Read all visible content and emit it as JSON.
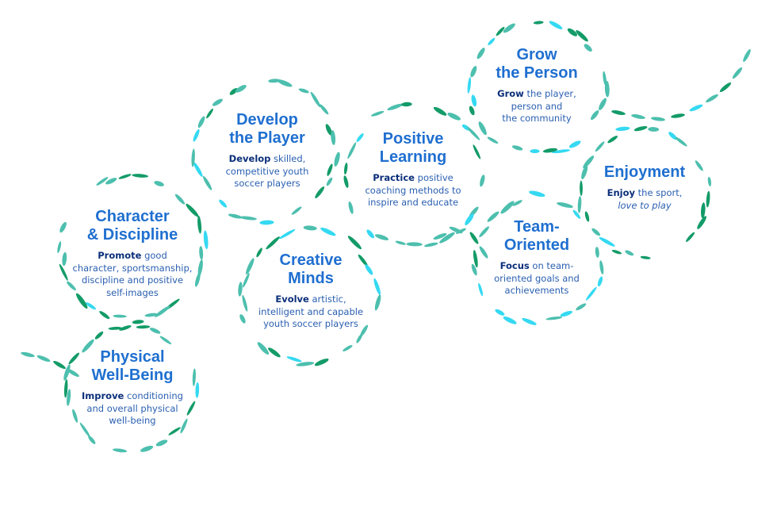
{
  "palette": {
    "title": "#1f6fd0",
    "text": "#2a5fb0",
    "keyword": "#0b2f7a",
    "dash_teal": "#4dbfae",
    "dash_green": "#139b68",
    "dash_cyan": "#35d9f2",
    "background": "#ffffff"
  },
  "nodes": [
    {
      "id": "character-discipline",
      "title_lines": [
        "Character",
        "& Discipline"
      ],
      "keyword": "Promote",
      "desc_first": " good",
      "desc_lines": [
        "character, sportsmanship,",
        "discipline and positive",
        "self-images"
      ]
    },
    {
      "id": "physical-well-being",
      "title_lines": [
        "Physical",
        "Well-Being"
      ],
      "keyword": "Improve",
      "desc_first": " conditioning",
      "desc_lines": [
        "and overall physical",
        "well-being"
      ]
    },
    {
      "id": "develop-the-player",
      "title_lines": [
        "Develop",
        "the Player"
      ],
      "keyword": "Develop",
      "desc_first": " skilled,",
      "desc_lines": [
        "competitive youth",
        "soccer players"
      ]
    },
    {
      "id": "creative-minds",
      "title_lines": [
        "Creative",
        "Minds"
      ],
      "keyword": "Evolve",
      "desc_first": " artistic,",
      "desc_lines": [
        "intelligent and capable",
        "youth soccer players"
      ]
    },
    {
      "id": "positive-learning",
      "title_lines": [
        "Positive",
        "Learning"
      ],
      "keyword": "Practice",
      "desc_first": " positive",
      "desc_lines": [
        "coaching methods to",
        "inspire and educate"
      ]
    },
    {
      "id": "grow-the-person",
      "title_lines": [
        "Grow",
        "the Person"
      ],
      "keyword": "Grow",
      "desc_first": " the player,",
      "desc_lines": [
        "person and",
        "the community"
      ]
    },
    {
      "id": "team-oriented",
      "title_lines": [
        "Team-",
        "Oriented"
      ],
      "keyword": "Focus",
      "desc_first": " on team-",
      "desc_lines": [
        "oriented goals and",
        "achievements"
      ]
    },
    {
      "id": "enjoyment",
      "title_lines": [
        "Enjoyment"
      ],
      "keyword": "Enjoy",
      "desc_first": " the sport,",
      "desc_lines": [
        "love to play"
      ],
      "desc_italic_last": true
    }
  ]
}
